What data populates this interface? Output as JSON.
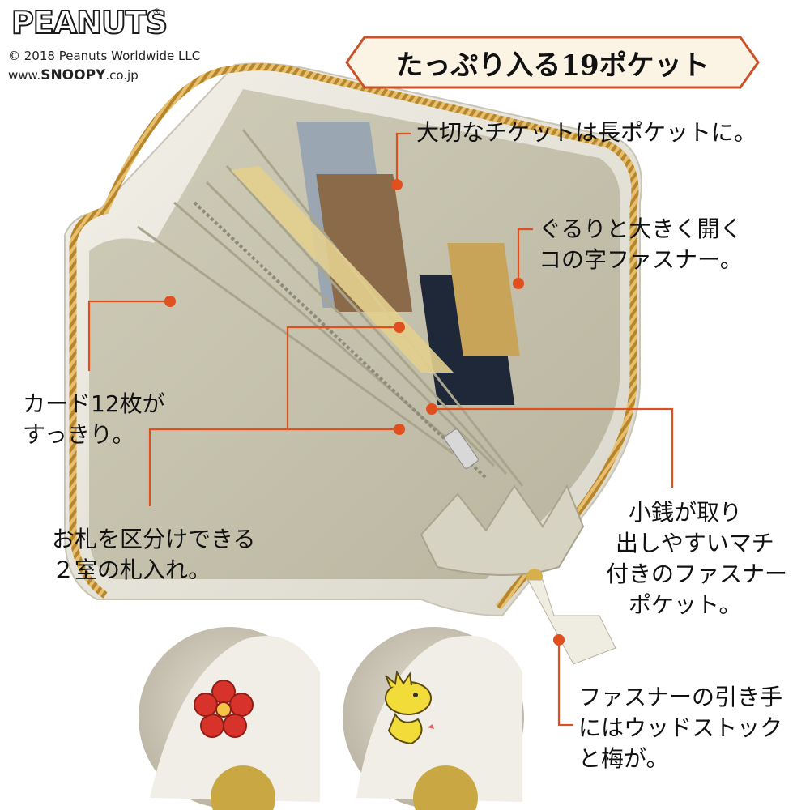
{
  "brand": {
    "logo": "PEANUTS",
    "logo_mark": "®",
    "copyright": "© 2018 Peanuts Worldwide LLC",
    "url_prefix": "www.",
    "url_brand": "SNOOPY",
    "url_suffix": ".co.jp"
  },
  "banner": {
    "title": "たっぷり入る19ポケット",
    "color": "#fbf3e4",
    "border_color": "#c8522a"
  },
  "callouts": {
    "ticket_pocket": "大切なチケットは長ポケットに。",
    "zipper_line1": "ぐるりと大きく開く",
    "zipper_line2": "コの字ファスナー。",
    "cards_line1": "カード12枚が",
    "cards_line2": "すっきり。",
    "bills_line1": "お札を区分けできる",
    "bills_line2": "２室の札入れ。",
    "coin_line1": "小銭が取り",
    "coin_line2": "出しやすいマチ",
    "coin_line3": "付きのファスナー",
    "coin_line4": "ポケット。",
    "pull_line1": "ファスナーの引き手",
    "pull_line2": "にはウッドストック",
    "pull_line3": "と梅が。"
  },
  "colors": {
    "accent": "#e0501e",
    "wallet_body": "#ebe9e0",
    "wallet_interior": "#c9c6b2",
    "zipper_gold": "#c9962e"
  },
  "icons": [
    "plum-blossom-icon",
    "woodstock-icon"
  ]
}
